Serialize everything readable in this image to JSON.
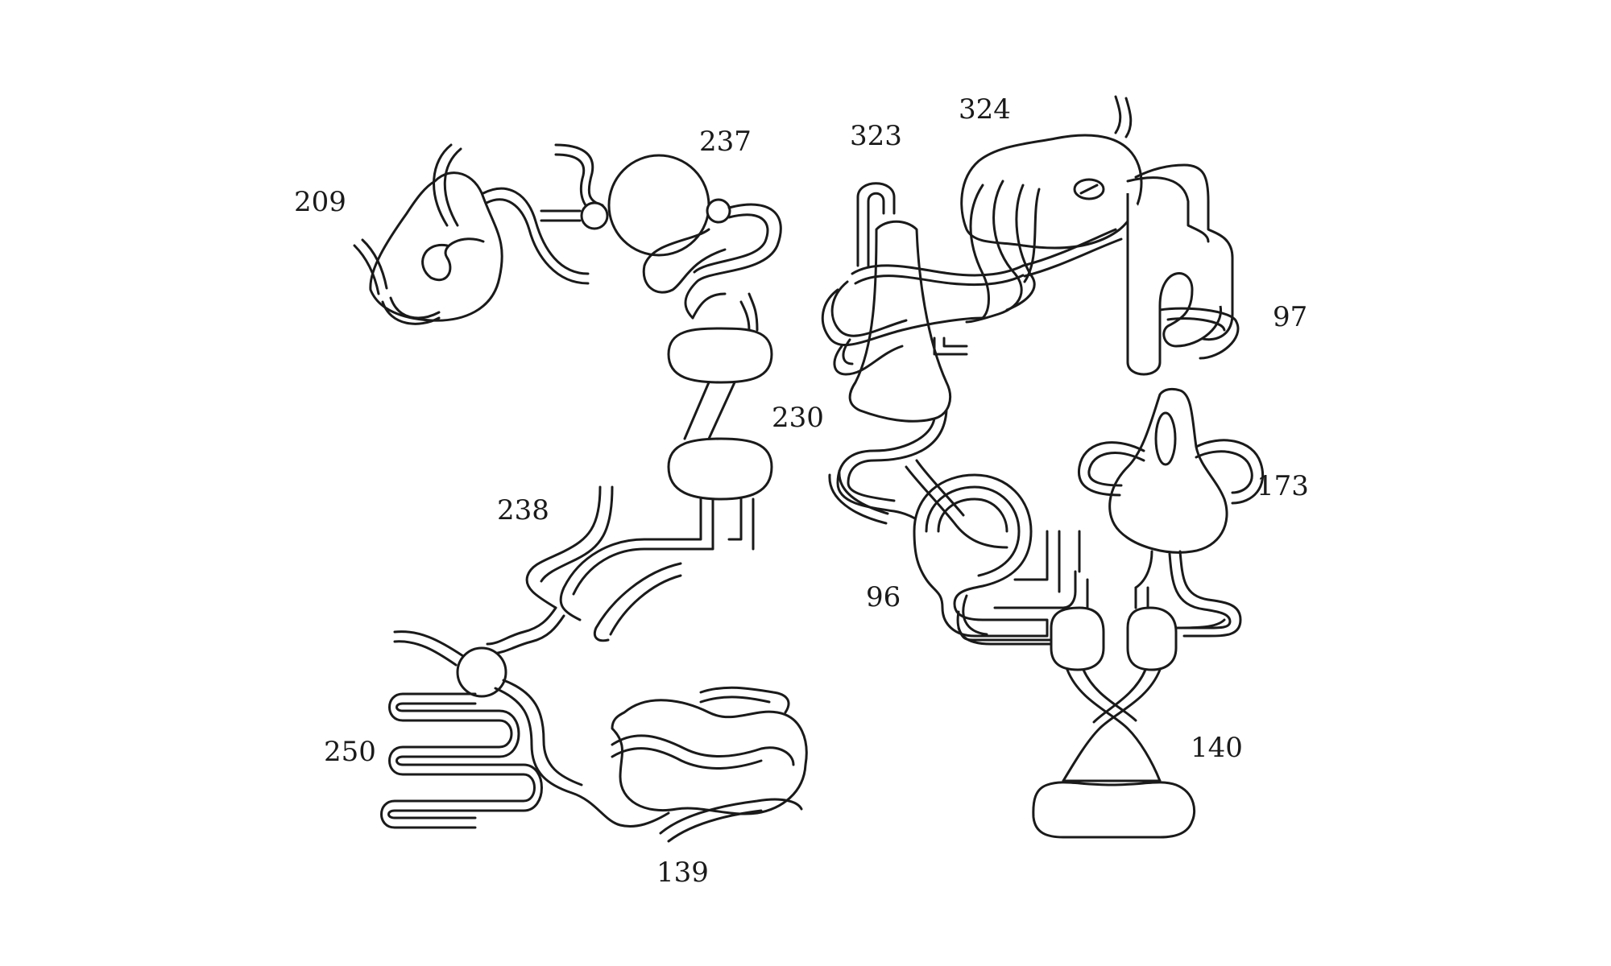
{
  "diagram": {
    "description_style": "line-art illustration of tubular parts",
    "stroke_color": "#1a1a1a",
    "background": "#ffffff",
    "labels": [
      "209",
      "237",
      "230",
      "238",
      "250",
      "139",
      "323",
      "324",
      "97",
      "173",
      "96",
      "140"
    ]
  }
}
